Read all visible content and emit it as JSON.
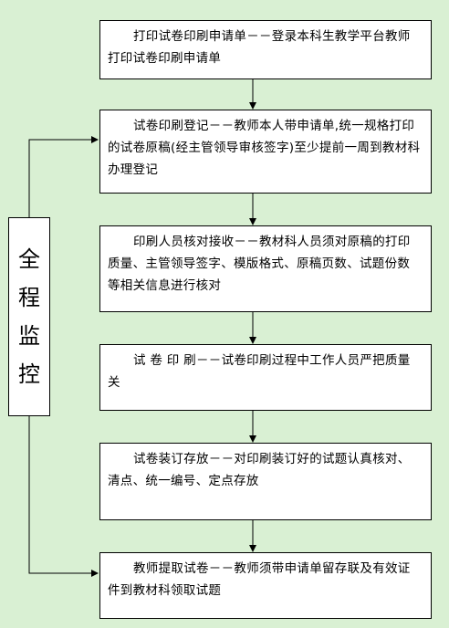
{
  "side_label": [
    "全",
    "程",
    "监",
    "控"
  ],
  "steps": [
    {
      "text": "打印试卷印刷申请单－－登录本科生教学平台教师打印试卷印刷申请单"
    },
    {
      "text": "试卷印刷登记－－教师本人带申请单,统一规格打印的试卷原稿(经主管领导审核签字)至少提前一周到教材科办理登记"
    },
    {
      "text": "印刷人员核对接收－－教材科人员须对原稿的打印质量、主管领导签字、模版格式、原稿页数、试题份数等相关信息进行核对"
    },
    {
      "text": "试 卷 印 刷－－试卷印刷过程中工作人员严把质量关"
    },
    {
      "text": "试卷装订存放－－对印刷装订好的试题认真核对、清点、统一编号、定点存放"
    },
    {
      "text": "教师提取试卷－－教师须带申请单留存联及有效证件到教材科领取试题"
    }
  ]
}
